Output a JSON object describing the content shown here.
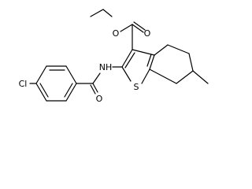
{
  "structure": {
    "atoms": {
      "chlorine": "Cl",
      "amide_nitrogen": "NH",
      "ester_oxygen_single": "O",
      "ester_oxygen_carbonyl": "O",
      "amide_oxygen": "O",
      "thiophene_sulfur": "S"
    }
  }
}
